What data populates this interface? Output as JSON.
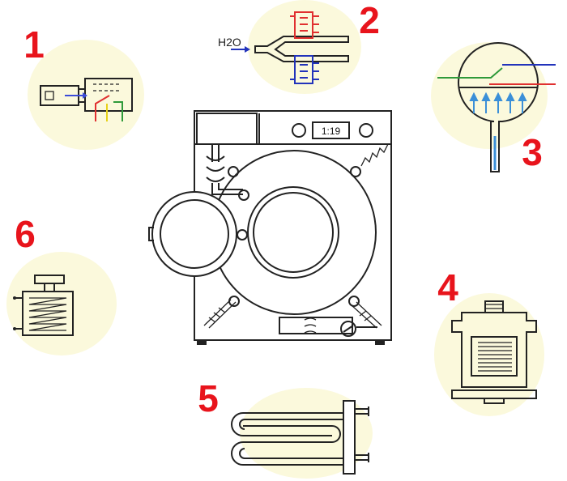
{
  "callouts": [
    {
      "number": "1",
      "part": "door-lock"
    },
    {
      "number": "2",
      "part": "inlet-valve"
    },
    {
      "number": "3",
      "part": "pressure-switch"
    },
    {
      "number": "4",
      "part": "motor"
    },
    {
      "number": "5",
      "part": "heating-element"
    },
    {
      "number": "6",
      "part": "thermostat"
    }
  ],
  "inlet_label": "H2O",
  "display_time": "1:19",
  "colors": {
    "number": "#e8141c",
    "halo": "#fbf9dc",
    "line": "#222222",
    "red_wire": "#e03030",
    "green_wire": "#2f9a3a",
    "yellow_wire": "#e6d21a",
    "blue_wire": "#2233bb",
    "arrow_blue": "#3b8fd8"
  }
}
